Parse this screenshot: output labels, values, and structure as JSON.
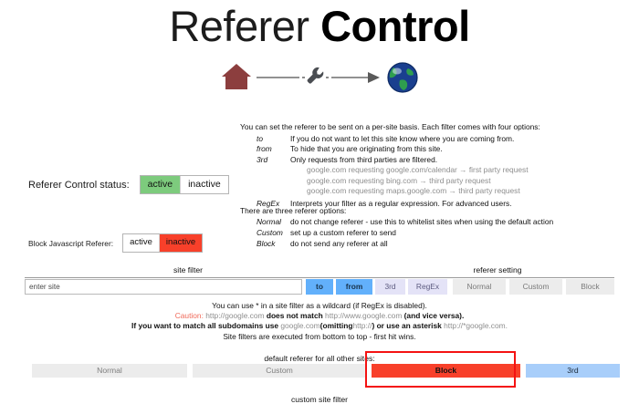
{
  "header": {
    "title_light": "Referer",
    "title_bold": "Control",
    "diagram": {
      "home_icon": "home-icon",
      "wrench_icon": "wrench-icon",
      "globe_icon": "globe-icon"
    }
  },
  "explanation": {
    "lead": "You can set the referer to be sent on a per-site basis. Each filter comes with four options:",
    "options": [
      {
        "term": "to",
        "desc": "If you do not want to let this site know where you are coming from."
      },
      {
        "term": "from",
        "desc": "To hide that you are originating from this site."
      },
      {
        "term": "3rd",
        "desc": "Only requests from third parties are filtered."
      },
      {
        "term": "RegEx",
        "desc": "Interprets your filter as a regular expression. For advanced users."
      }
    ],
    "examples": [
      "google.com requesting google.com/calendar → first party request",
      "google.com requesting bing.com → third party request",
      "google.com requesting maps.google.com → third party request"
    ]
  },
  "explanation2": {
    "lead": "There are three referer options:",
    "options": [
      {
        "term": "Normal",
        "desc": "do not change referer - use this to whitelist sites when using the default action"
      },
      {
        "term": "Custom",
        "desc": "set up a custom referer to send"
      },
      {
        "term": "Block",
        "desc": "do not send any referer at all"
      }
    ]
  },
  "status": {
    "referer_control": {
      "label": "Referer Control status:",
      "active": "active",
      "inactive": "inactive",
      "selected": "active",
      "active_color": "#7DCB7D"
    },
    "block_js": {
      "label": "Block Javascript Referer:",
      "active": "active",
      "inactive": "inactive",
      "selected": "inactive",
      "inactive_color": "#F8402A"
    }
  },
  "filter_table": {
    "site_filter_header": "site filter",
    "referer_setting_header": "referer setting",
    "site_input_placeholder": "enter site",
    "site_input_value": "",
    "filter_buttons": [
      {
        "label": "to",
        "state": "on",
        "color": "#62B0FB"
      },
      {
        "label": "from",
        "state": "on",
        "color": "#62B0FB"
      },
      {
        "label": "3rd",
        "state": "off",
        "color": "#E4E3F7"
      },
      {
        "label": "RegEx",
        "state": "off",
        "color": "#E4E3F7"
      }
    ],
    "setting_buttons": [
      {
        "label": "Normal",
        "state": "off",
        "color": "#ECECEC"
      },
      {
        "label": "Custom",
        "state": "off",
        "color": "#ECECEC"
      },
      {
        "label": "Block",
        "state": "off",
        "color": "#ECECEC"
      }
    ]
  },
  "notes": {
    "line1_a": "You can use ",
    "line1_wildcard": "*",
    "line1_b": " in a site filter as a wildcard (if RegEx is disabled).",
    "caution_label": "Caution:",
    "line2_url1": "http://google.com",
    "line2_mid": "does not match",
    "line2_url2": "http://www.google.com",
    "line2_end": "(and vice versa).",
    "line3_a": "If you want to match all subdomains use",
    "line3_url1": "google.com",
    "line3_b": "(omitting",
    "line3_url2": "http://",
    "line3_c": ") or use an asterisk",
    "line3_url3": "http://*google.com.",
    "line4": "Site filters are executed from bottom to top - first hit wins."
  },
  "default_referer": {
    "label": "default referer for all other sites:",
    "buttons": [
      {
        "label": "Normal",
        "state": "off",
        "color": "#ECECEC"
      },
      {
        "label": "Custom",
        "state": "off",
        "color": "#ECECEC"
      },
      {
        "label": "Block",
        "state": "selected",
        "color": "#F8402A"
      },
      {
        "label": "3rd",
        "state": "off",
        "color": "#A8CEFA"
      }
    ],
    "highlight_color": "#F41212",
    "highlight_target": "Block"
  },
  "bottom": {
    "label": "custom  site filter"
  }
}
